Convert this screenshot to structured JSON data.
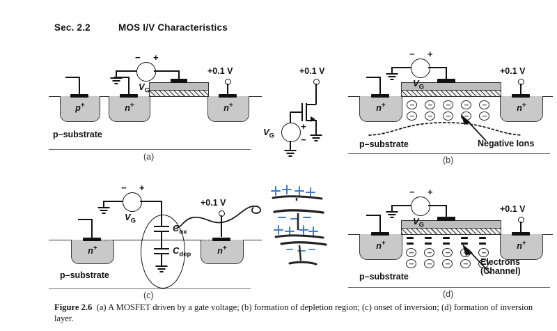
{
  "header": {
    "section": "Sec. 2.2",
    "title": "MOS I/V Characteristics"
  },
  "figure": {
    "number": "Figure 2.6",
    "caption": "(a) A MOSFET driven by a gate voltage; (b) formation of depletion region; (c) onset of inversion; (d) formation of inversion layer."
  },
  "labels": {
    "vg": "V",
    "vg_sub": "G",
    "drain_voltage": "+0.1 V",
    "substrate": "p–substrate",
    "plus": "+",
    "minus": "−",
    "n_plus": "n",
    "p_plus": "p",
    "sup_plus": "+",
    "cox": "C",
    "cox_sub": "ox",
    "cdep": "C",
    "cdep_sub": "dep",
    "negative_ions": "Negative Ions",
    "electrons_line1": "Electrons",
    "electrons_line2": "(Channel)"
  },
  "panels": [
    {
      "id": "a",
      "label": "(a)",
      "description": "A MOSFET driven by a gate voltage",
      "terminals": [
        "p+",
        "n+",
        "n+"
      ],
      "gate_source": "VG",
      "drain_voltage": "+0.1 V",
      "substrate": "p–substrate"
    },
    {
      "id": "b",
      "label": "(b)",
      "description": "formation of depletion region",
      "terminals": [
        "n+",
        "n+"
      ],
      "gate_source": "VG",
      "drain_voltage": "+0.1 V",
      "substrate": "p–substrate",
      "annotation": "Negative Ions",
      "ion_rows": 2,
      "ion_cols": 5
    },
    {
      "id": "c",
      "label": "(c)",
      "description": "onset of inversion",
      "terminals": [
        "n+",
        "n+"
      ],
      "gate_source": "VG",
      "drain_voltage": "+0.1 V",
      "substrate": "p–substrate",
      "capacitors": [
        "Cox",
        "Cdep"
      ]
    },
    {
      "id": "d",
      "label": "(d)",
      "description": "formation of inversion layer",
      "terminals": [
        "n+",
        "n+"
      ],
      "gate_source": "VG",
      "drain_voltage": "+0.1 V",
      "substrate": "p–substrate",
      "annotation": "Electrons (Channel)",
      "ion_rows": 2,
      "ion_cols": 5,
      "electron_rows": 2,
      "electron_cols": 5
    }
  ],
  "symbol": {
    "name": "nmos-transistor-symbol",
    "drain_voltage": "+0.1 V",
    "gate_source": "VG"
  },
  "colors": {
    "well_fill": "#c9c9c9",
    "poly_fill": "#bdbdbd",
    "line": "#111111",
    "baseline": "#6b6b6b",
    "sketch_ink": "#2b6fd4"
  }
}
